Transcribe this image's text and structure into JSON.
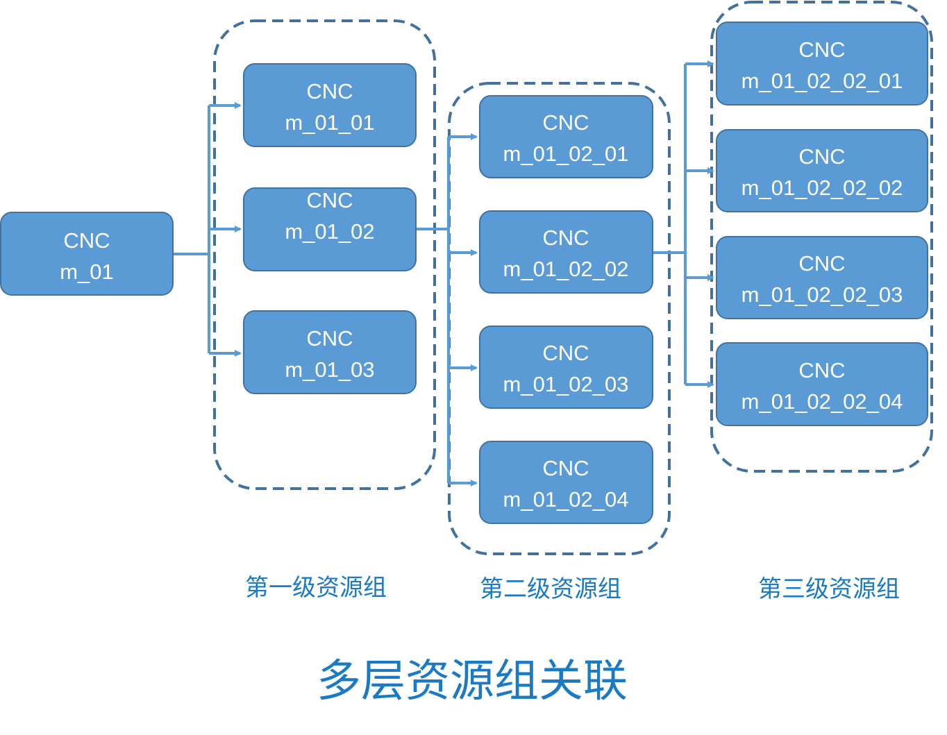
{
  "title": "多层资源组关联",
  "colors": {
    "node_fill": "#5b9bd5",
    "node_stroke": "#41719c",
    "connector": "#5b9bd5",
    "group_border": "#41719c",
    "label_text": "#1a7ac4"
  },
  "root": {
    "line1": "CNC",
    "line2": "m_01"
  },
  "groups": [
    {
      "label": "第一级资源组",
      "nodes": [
        {
          "line1": "CNC",
          "line2": "m_01_01"
        },
        {
          "line1": "CNC",
          "line2": "m_01_02"
        },
        {
          "line1": "CNC",
          "line2": "m_01_03"
        }
      ]
    },
    {
      "label": "第二级资源组",
      "nodes": [
        {
          "line1": "CNC",
          "line2": "m_01_02_01"
        },
        {
          "line1": "CNC",
          "line2": "m_01_02_02"
        },
        {
          "line1": "CNC",
          "line2": "m_01_02_03"
        },
        {
          "line1": "CNC",
          "line2": "m_01_02_04"
        }
      ]
    },
    {
      "label": "第三级资源组",
      "nodes": [
        {
          "line1": "CNC",
          "line2": "m_01_02_02_01"
        },
        {
          "line1": "CNC",
          "line2": "m_01_02_02_02"
        },
        {
          "line1": "CNC",
          "line2": "m_01_02_02_03"
        },
        {
          "line1": "CNC",
          "line2": "m_01_02_02_04"
        }
      ]
    }
  ]
}
